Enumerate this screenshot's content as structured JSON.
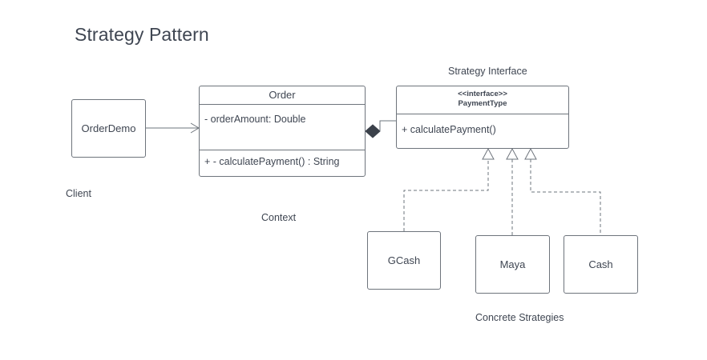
{
  "title": "Strategy Pattern",
  "labels": {
    "client": "Client",
    "context": "Context",
    "strategy_interface": "Strategy Interface",
    "concrete_strategies": "Concrete Strategies"
  },
  "nodes": {
    "order_demo": "OrderDemo",
    "order": {
      "name": "Order",
      "attribute": "- orderAmount: Double",
      "method": "+ - calculatePayment() : String"
    },
    "payment_type": {
      "stereotype": "<<interface>>",
      "name": "PaymentType",
      "method": "+ calculatePayment()"
    },
    "gcash": "GCash",
    "maya": "Maya",
    "cash": "Cash"
  },
  "colors": {
    "text": "#3f4652",
    "line": "#6e747c",
    "diamond": "#3b414a"
  }
}
